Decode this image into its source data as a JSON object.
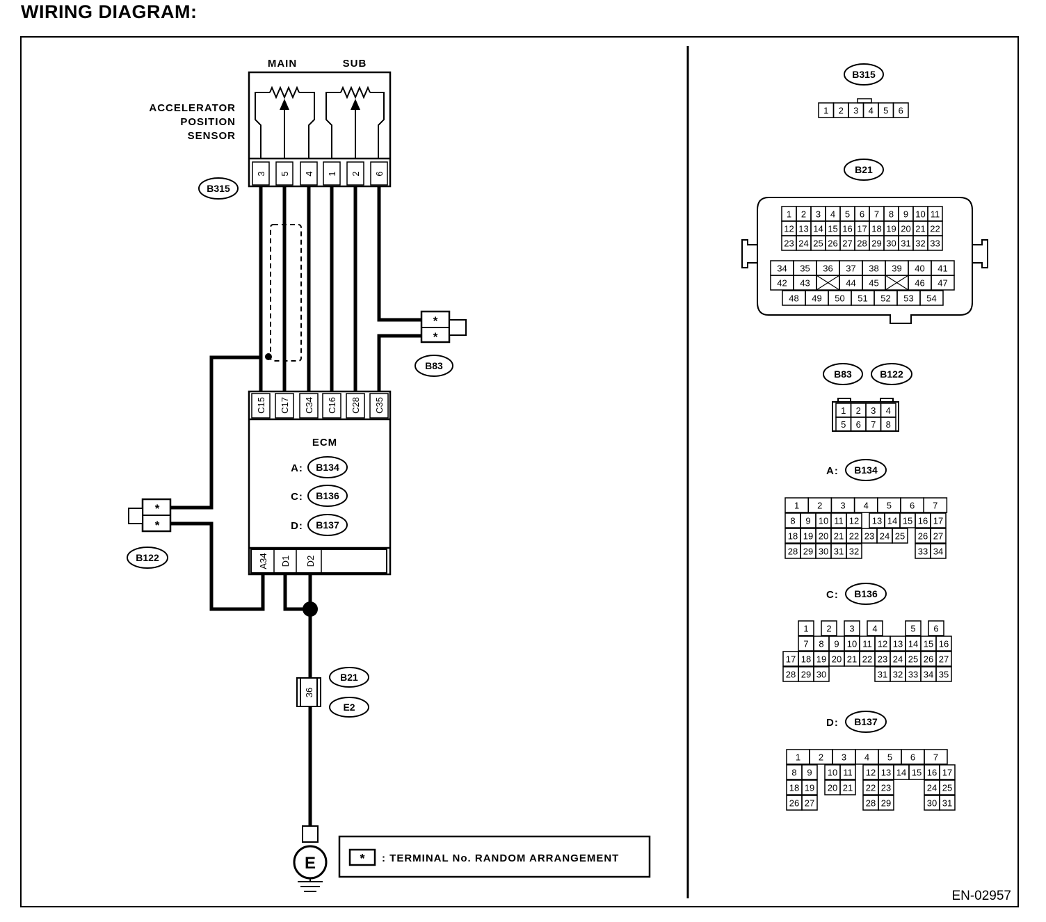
{
  "title": "WIRING DIAGRAM:",
  "doc_code": "EN-02957",
  "sensor": {
    "label_lines": [
      "ACCELERATOR",
      "POSITION",
      "SENSOR"
    ],
    "main_label": "MAIN",
    "sub_label": "SUB",
    "connector": "B315",
    "pins": [
      "3",
      "5",
      "4",
      "1",
      "2",
      "6"
    ]
  },
  "ecm": {
    "label": "ECM",
    "connectors": [
      {
        "prefix": "A:",
        "name": "B134"
      },
      {
        "prefix": "C:",
        "name": "B136"
      },
      {
        "prefix": "D:",
        "name": "B137"
      }
    ],
    "top_pins": [
      "C15",
      "C17",
      "C34",
      "C16",
      "C28",
      "C35"
    ],
    "bottom_pins": [
      "A34",
      "D1",
      "D2"
    ]
  },
  "connector_b83": {
    "name": "B83",
    "pins": [
      "*",
      "*"
    ]
  },
  "connector_b122": {
    "name": "B122",
    "pins": [
      "*",
      "*"
    ]
  },
  "ground_joint": {
    "pin": "36",
    "connectors": [
      "B21",
      "E2"
    ],
    "ground_label": "E"
  },
  "legend": {
    "symbol": "*",
    "text": ": TERMINAL No. RANDOM ARRANGEMENT"
  },
  "faces": {
    "b315": {
      "name": "B315",
      "pins": [
        "1",
        "2",
        "3",
        "4",
        "5",
        "6"
      ]
    },
    "b21": {
      "name": "B21",
      "rows_top": [
        [
          "1",
          "2",
          "3",
          "4",
          "5",
          "6",
          "7",
          "8",
          "9",
          "10",
          "11"
        ],
        [
          "12",
          "13",
          "14",
          "15",
          "16",
          "17",
          "18",
          "19",
          "20",
          "21",
          "22"
        ],
        [
          "23",
          "24",
          "25",
          "26",
          "27",
          "28",
          "29",
          "30",
          "31",
          "32",
          "33"
        ]
      ],
      "rows_bottom": [
        [
          "34",
          "35",
          "36",
          "37",
          "38",
          "39",
          "40",
          "41"
        ],
        [
          "42",
          "43",
          "",
          "44",
          "45",
          "",
          "46",
          "47"
        ],
        [
          "48",
          "49",
          "50",
          "51",
          "52",
          "53",
          "54"
        ]
      ]
    },
    "b83_b122": {
      "names": [
        "B83",
        "B122"
      ],
      "rows": [
        [
          "1",
          "2",
          "3",
          "4"
        ],
        [
          "5",
          "6",
          "7",
          "8"
        ]
      ]
    },
    "b134": {
      "prefix": "A:",
      "name": "B134",
      "rows": [
        [
          "1",
          "2",
          "3",
          "4",
          "5",
          "6",
          "7"
        ],
        [
          "8",
          "9",
          "10",
          "11",
          "12",
          "13",
          "14",
          "15",
          "16",
          "17"
        ],
        [
          "18",
          "19",
          "20",
          "21",
          "22",
          "23",
          "24",
          "25",
          "26",
          "27"
        ],
        [
          "28",
          "29",
          "30",
          "31",
          "32",
          "33",
          "34"
        ]
      ]
    },
    "b136": {
      "prefix": "C:",
      "name": "B136",
      "rows": [
        [
          "1",
          "2",
          "3",
          "4",
          "5",
          "6"
        ],
        [
          "7",
          "8",
          "9",
          "10",
          "11",
          "12",
          "13",
          "14",
          "15",
          "16"
        ],
        [
          "17",
          "18",
          "19",
          "20",
          "21",
          "22",
          "23",
          "24",
          "25",
          "26",
          "27"
        ],
        [
          "28",
          "29",
          "30",
          "31",
          "32",
          "33",
          "34",
          "35"
        ]
      ]
    },
    "b137": {
      "prefix": "D:",
      "name": "B137",
      "rows": [
        [
          "1",
          "2",
          "3",
          "4",
          "5",
          "6",
          "7"
        ],
        [
          "8",
          "9",
          "10",
          "11",
          "12",
          "13",
          "14",
          "15",
          "16",
          "17"
        ],
        [
          "18",
          "19",
          "20",
          "21",
          "22",
          "23",
          "24",
          "25"
        ],
        [
          "26",
          "27",
          "28",
          "29",
          "30",
          "31"
        ]
      ]
    }
  }
}
